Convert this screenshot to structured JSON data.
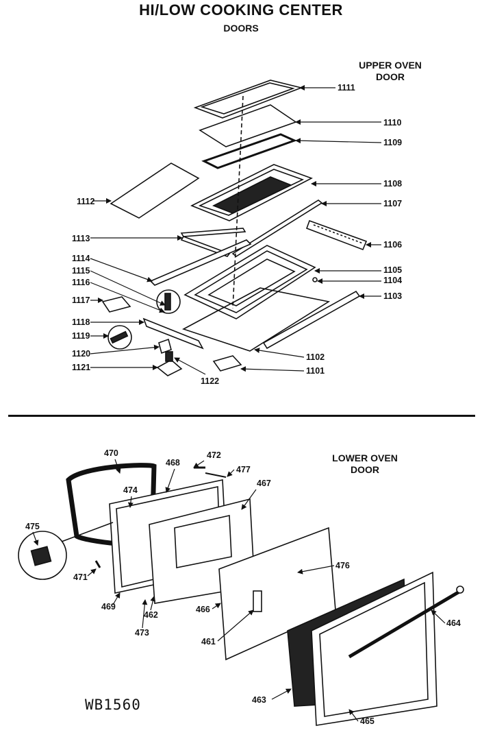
{
  "header": {
    "title": "HI/LOW COOKING CENTER",
    "subtitle": "DOORS"
  },
  "sections": {
    "upper": {
      "line1": "UPPER OVEN",
      "line2": "DOOR"
    },
    "lower": {
      "line1": "LOWER OVEN",
      "line2": "DOOR"
    }
  },
  "drawing_code": "WB1560",
  "upper_parts": [
    "1111",
    "1110",
    "1109",
    "1108",
    "1107",
    "1106",
    "1105",
    "1104",
    "1103",
    "1102",
    "1101",
    "1112",
    "1113",
    "1114",
    "1115",
    "1116",
    "1117",
    "1118",
    "1119",
    "1120",
    "1121",
    "1122"
  ],
  "lower_parts": [
    "470",
    "468",
    "472",
    "477",
    "474",
    "467",
    "475",
    "476",
    "471",
    "469",
    "462",
    "466",
    "464",
    "473",
    "461",
    "463",
    "465"
  ],
  "colors": {
    "ink": "#111111",
    "background": "#ffffff"
  }
}
